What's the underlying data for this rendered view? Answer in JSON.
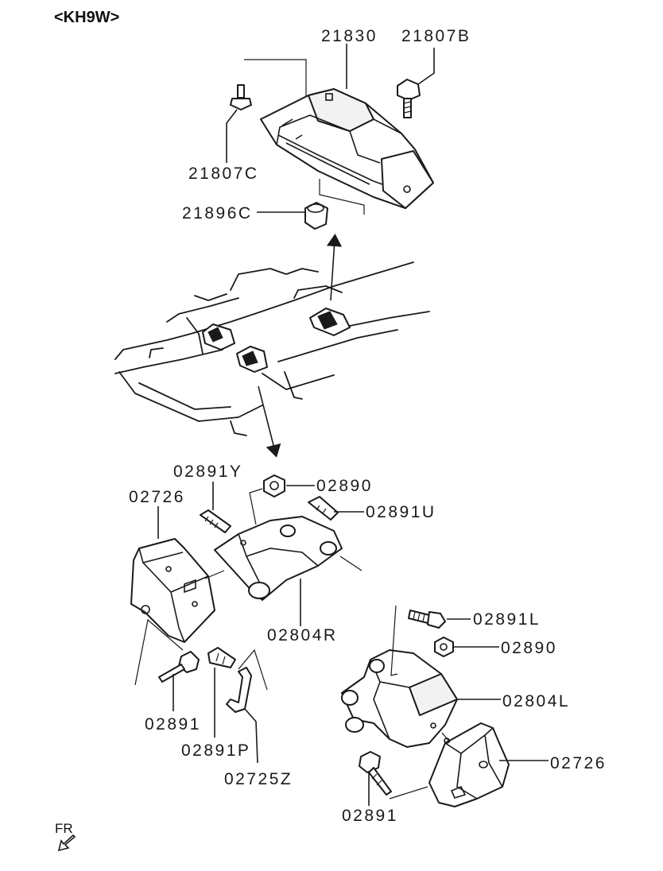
{
  "title": "<KH9W>",
  "orientation_label": "FR",
  "part_labels": {
    "p21830": "21830",
    "p21807B": "21807B",
    "p21807C": "21807C",
    "p21896C": "21896C",
    "p02891Y": "02891Y",
    "p02890_top": "02890",
    "p02726_left": "02726",
    "p02891U": "02891U",
    "p02804R": "02804R",
    "p02891_left": "02891",
    "p02891P": "02891P",
    "p02725Z": "02725Z",
    "p02891L": "02891L",
    "p02890_right": "02890",
    "p02804L": "02804L",
    "p02726_right": "02726",
    "p02891_right": "02891"
  },
  "colors": {
    "ink": "#1a1a1a",
    "paper": "#ffffff"
  }
}
